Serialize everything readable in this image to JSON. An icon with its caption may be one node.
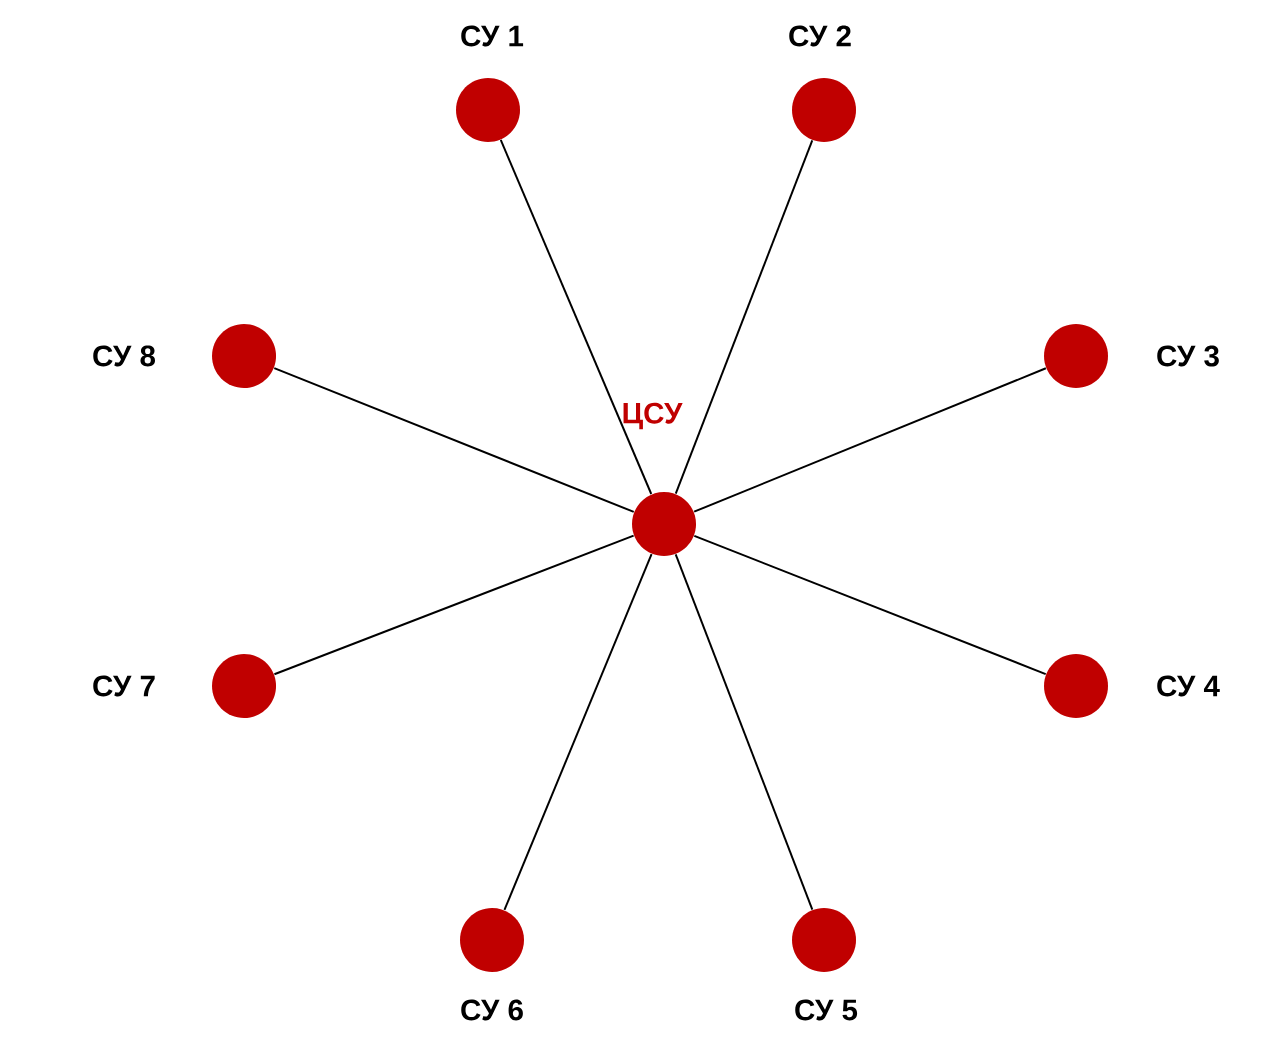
{
  "diagram": {
    "nodes": [
      {
        "text": [
          "СУ 1"
        ]
      },
      {
        "text": [
          "СУ 2"
        ]
      },
      {
        "text": [
          "СУ 8"
        ]
      },
      {
        "text": [
          "СУ 3"
        ]
      },
      {
        "text": [
          "ЦСУ"
        ]
      },
      {
        "text": [
          "СУ 7"
        ]
      },
      {
        "text": [
          "СУ 4"
        ]
      },
      {
        "text": [
          "СУ 6"
        ]
      },
      {
        "text": [
          "СУ 5"
        ]
      }
    ],
    "edges": [
      {
        "from": 4,
        "to": 0,
        "arrow": "none"
      },
      {
        "from": 4,
        "to": 1,
        "arrow": "none"
      },
      {
        "from": 4,
        "to": 3,
        "arrow": "none"
      },
      {
        "from": 4,
        "to": 6,
        "arrow": "none"
      },
      {
        "from": 4,
        "to": 8,
        "arrow": "none"
      },
      {
        "from": 4,
        "to": 7,
        "arrow": "none"
      },
      {
        "from": 4,
        "to": 5,
        "arrow": "none"
      },
      {
        "from": 4,
        "to": 2,
        "arrow": "none"
      }
    ]
  }
}
